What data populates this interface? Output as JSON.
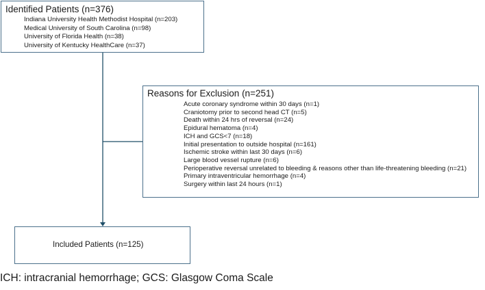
{
  "identified": {
    "title": "Identified Patients (n=376)",
    "sites": [
      "Indiana University Health Methodist Hospital (n=203)",
      "Medical University of South Carolina (n=98)",
      "University of Florida Health (n=38)",
      "University of Kentucky HealthCare (n=37)"
    ]
  },
  "exclusion": {
    "title": "Reasons for Exclusion (n=251)",
    "reasons": [
      "Acute coronary syndrome within 30 days (n=1)",
      "Craniotomy prior to second head CT (n=5)",
      "Death within 24 hrs of reversal (n=24)",
      "Epidural hematoma (n=4)",
      "ICH and GCS<7 (n=18)",
      "Initial presentation to outside hospital (n=161)",
      "Ischemic stroke within last 30 days (n=6)",
      "Large blood vessel rupture (n=6)",
      "Perioperative reversal unrelated to bleeding & reasons other than life-threatening bleeding (n=21)",
      "Primary intraventricular hemorrhage (n=4)",
      "Surgery within last 24 hours (n=1)"
    ]
  },
  "included": {
    "title": "Included Patients (n=125)"
  },
  "footnote": "ICH: intracranial hemorrhage; GCS: Glasgow Coma Scale",
  "colors": {
    "border": "#4a6f8a",
    "connector": "#1f4e68"
  }
}
